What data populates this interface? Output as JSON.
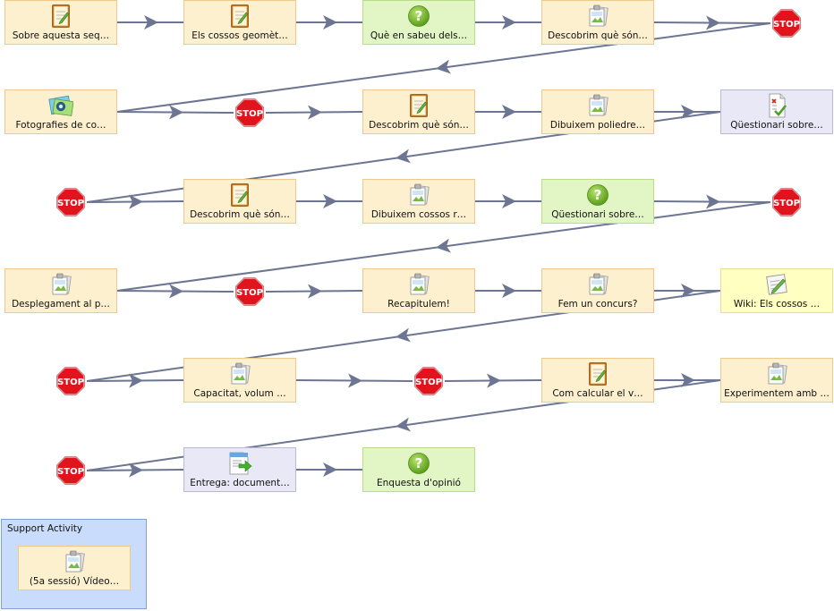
{
  "nodes": [
    {
      "id": "n1",
      "label": "Sobre aquesta seq…",
      "kind": "notebook",
      "style": "cream"
    },
    {
      "id": "n2",
      "label": "Els cossos geomèt…",
      "kind": "notebook",
      "style": "cream"
    },
    {
      "id": "n3",
      "label": "Què en sabeu dels…",
      "kind": "question",
      "style": "green"
    },
    {
      "id": "n4",
      "label": "Descobrim què són…",
      "kind": "image",
      "style": "cream"
    },
    {
      "id": "n5",
      "label": "Fotografies de co…",
      "kind": "photo",
      "style": "cream"
    },
    {
      "id": "n6",
      "label": "Descobrim què són…",
      "kind": "notebook",
      "style": "cream"
    },
    {
      "id": "n7",
      "label": "Dibuixem poliedre…",
      "kind": "image",
      "style": "cream"
    },
    {
      "id": "n8",
      "label": "Qüestionari sobre…",
      "kind": "quiz",
      "style": "lilac"
    },
    {
      "id": "n9",
      "label": "Descobrim què són…",
      "kind": "notebook",
      "style": "cream"
    },
    {
      "id": "n10",
      "label": "Dibuixem cossos r…",
      "kind": "image",
      "style": "cream"
    },
    {
      "id": "n11",
      "label": "Qüestionari sobre…",
      "kind": "question",
      "style": "green"
    },
    {
      "id": "n12",
      "label": "Desplegament al p…",
      "kind": "image",
      "style": "cream"
    },
    {
      "id": "n13",
      "label": "Recapitulem!",
      "kind": "image",
      "style": "cream"
    },
    {
      "id": "n14",
      "label": "Fem un concurs?",
      "kind": "image",
      "style": "cream"
    },
    {
      "id": "n15",
      "label": "Wiki: Els cossos …",
      "kind": "wiki",
      "style": "yellow"
    },
    {
      "id": "n16",
      "label": "Capacitat, volum …",
      "kind": "image",
      "style": "cream"
    },
    {
      "id": "n17",
      "label": "Com calcular el v…",
      "kind": "notebook",
      "style": "cream"
    },
    {
      "id": "n18",
      "label": "Experimentem amb …",
      "kind": "image",
      "style": "cream"
    },
    {
      "id": "n19",
      "label": "Entrega: document…",
      "kind": "submit",
      "style": "lilac"
    },
    {
      "id": "n20",
      "label": "Enquesta d'opinió",
      "kind": "question",
      "style": "green"
    }
  ],
  "stop_label": "STOP",
  "support": {
    "title": "Support Activity",
    "activity": {
      "label": "(5a sessió) Vídeo…",
      "kind": "image"
    }
  },
  "colors": {
    "connector": "#6c7591",
    "stop_red": "#e0141c",
    "cream_bg": "#fdf0cf",
    "green_bg": "#e2f5c4",
    "lilac_bg": "#e8e8f6",
    "yellow_bg": "#ffffc2",
    "support_bg": "#c9dcfb"
  }
}
